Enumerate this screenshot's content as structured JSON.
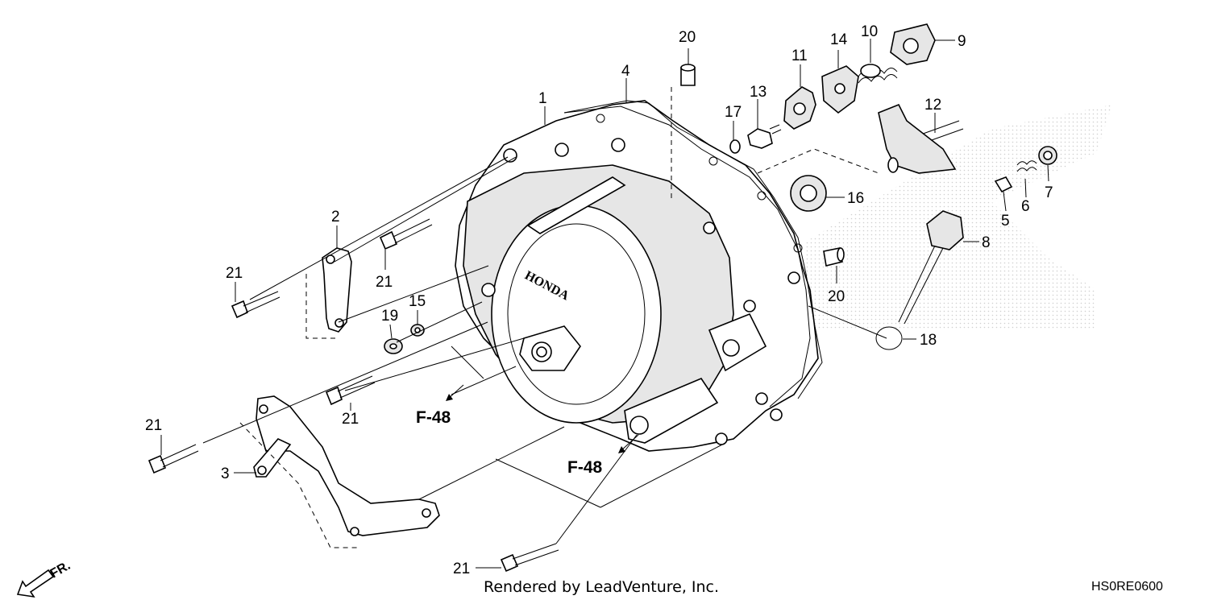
{
  "callouts": {
    "c1": "1",
    "c2": "2",
    "c3": "3",
    "c4": "4",
    "c5": "5",
    "c6": "6",
    "c7": "7",
    "c8": "8",
    "c9": "9",
    "c10": "10",
    "c11": "11",
    "c12": "12",
    "c13": "13",
    "c14": "14",
    "c15": "15",
    "c16": "16",
    "c17": "17",
    "c18": "18",
    "c19": "19",
    "c20a": "20",
    "c20b": "20",
    "c21a": "21",
    "c21b": "21",
    "c21c": "21",
    "c21d": "21",
    "c21e": "21"
  },
  "references": {
    "ref_left": "F-48",
    "ref_right": "F-48"
  },
  "direction_label": "FR.",
  "footer": {
    "credit": "Rendered by LeadVenture, Inc.",
    "diagram_code": "HS0RE0600"
  }
}
